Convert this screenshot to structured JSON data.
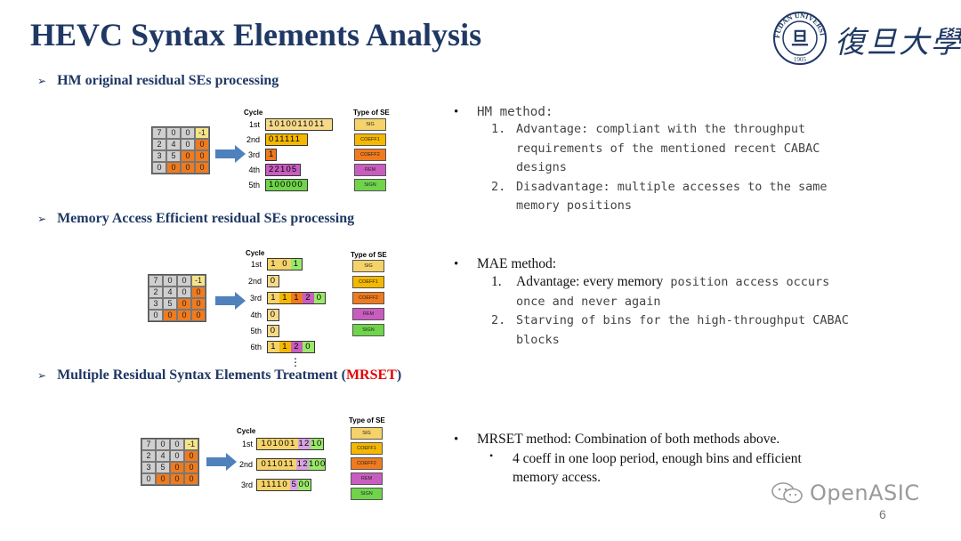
{
  "title": "HEVC Syntax Elements Analysis",
  "logo": {
    "university_ring": "FUDAN UNIVERSITY",
    "year": "1905",
    "center_glyph": "旦",
    "calligraphy": "復旦大學"
  },
  "sections": [
    {
      "heading": "HM original residual SEs processing"
    },
    {
      "heading": "Memory Access Efficient residual  SEs processing"
    },
    {
      "heading_prefix": "Multiple  Residual  Syntax Elements Treatment  (",
      "heading_red": "MRSET",
      "heading_suffix": ")"
    }
  ],
  "fig_common": {
    "cycle_label": "Cycle",
    "type_label": "Type of SE",
    "se_types": [
      "SIG",
      "COEFF1",
      "COEFF2",
      "REM",
      "SIGN"
    ],
    "matrix": [
      [
        "7",
        "0",
        "0",
        "-1"
      ],
      [
        "2",
        "4",
        "0",
        "0"
      ],
      [
        "3",
        "5",
        "0",
        "0"
      ],
      [
        "0",
        "0",
        "0",
        "0"
      ]
    ]
  },
  "fig1": {
    "cycles": [
      "1st",
      "2nd",
      "3rd",
      "4th",
      "5th"
    ],
    "bits": [
      "1010011011",
      "011111",
      "1",
      "22105",
      "100000"
    ]
  },
  "fig2": {
    "cycles": [
      "1st",
      "2nd",
      "3rd",
      "4th",
      "5th",
      "6th"
    ],
    "bits": [
      [
        "1",
        "0",
        "1"
      ],
      [
        "0"
      ],
      [
        "1",
        "1",
        "1",
        "2",
        "0"
      ],
      [
        "0"
      ],
      [
        "0"
      ],
      [
        "1",
        "1",
        "2",
        "0"
      ]
    ],
    "dots": "⋮"
  },
  "fig3": {
    "cycles": [
      "1st",
      "2nd",
      "3rd"
    ],
    "bits": [
      [
        "101001",
        "12",
        "10"
      ],
      [
        "011011",
        "12",
        "100"
      ],
      [
        "11110",
        "5",
        "00"
      ]
    ]
  },
  "text1": {
    "bullet": "HM method:",
    "items": [
      {
        "num": "1.",
        "lines": [
          "Advantage: compliant with the throughput",
          "requirements of the mentioned recent CABAC",
          "designs"
        ]
      },
      {
        "num": "2.",
        "lines": [
          "Disadvantage: multiple accesses to the same",
          "memory positions"
        ]
      }
    ]
  },
  "text2": {
    "bullet": "MAE method:",
    "items": [
      {
        "num": "1.",
        "serif": "Advantage:  every memory",
        "mono": " position access occurs",
        "line2": "once and never again"
      },
      {
        "num": "2.",
        "lines": [
          "Starving of bins for the high-throughput CABAC",
          "blocks"
        ]
      }
    ]
  },
  "text3": {
    "bullet": "MRSET method: Combination of both methods above.",
    "sub_lines": [
      "4 coeff in one loop period, enough bins and efficient",
      "memory access."
    ]
  },
  "watermark": "OpenASIC",
  "page_number": "6",
  "colors": {
    "title": "#1f3864",
    "red": "#e00000",
    "sig": "#f5d36a",
    "coeff1": "#f5b800",
    "coeff2": "#f07b1e",
    "rem": "#c95dbf",
    "sign": "#6fd44a"
  }
}
